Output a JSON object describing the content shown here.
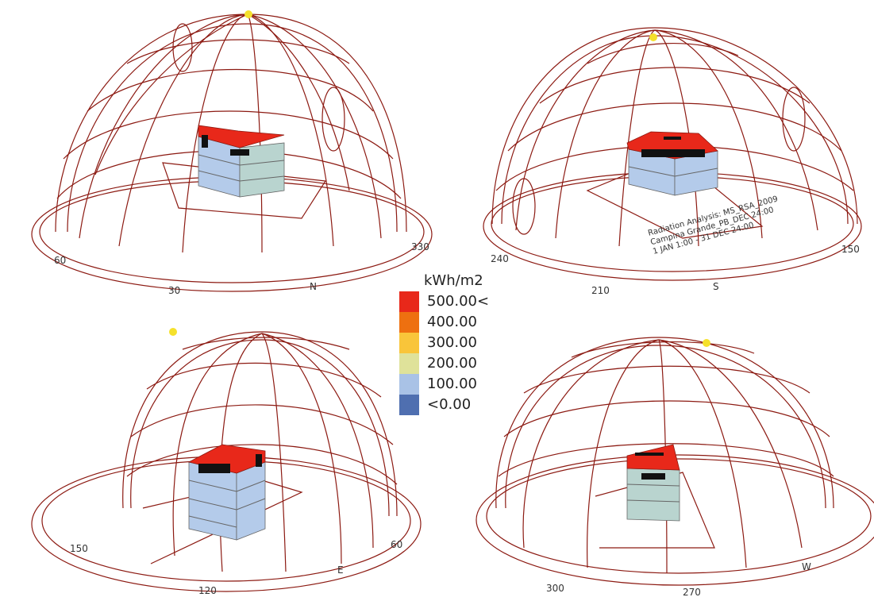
{
  "legend": {
    "unit": "kWh/m2",
    "items": [
      {
        "label": "500.00<",
        "color": "#e8281a"
      },
      {
        "label": "400.00",
        "color": "#ee7010"
      },
      {
        "label": "300.00",
        "color": "#f9c53a"
      },
      {
        "label": "200.00",
        "color": "#dfe29a"
      },
      {
        "label": "100.00",
        "color": "#a9c2e6"
      },
      {
        "label": "<0.00",
        "color": "#4f6fb0"
      }
    ]
  },
  "colors": {
    "dome_line": "#8c1a12",
    "sun": "#f5e12c",
    "wall": "#b4cbea",
    "wall_dark": "#b9d4cf",
    "roof": "#e8281a",
    "window": "#111111"
  },
  "views": [
    {
      "id": "north",
      "compass_labels": [
        "60",
        "30",
        "N",
        "330"
      ],
      "study_text": []
    },
    {
      "id": "south",
      "compass_labels": [
        "240",
        "210",
        "S",
        "150"
      ],
      "study_text": [
        "Radiation Analysis: MS_RSA_2009",
        "Campina Grande_PB_DEC 24:00",
        "1 JAN 1:00 - 31 DEC 24:00"
      ]
    },
    {
      "id": "east",
      "compass_labels": [
        "150",
        "120",
        "E",
        "60"
      ],
      "study_text": []
    },
    {
      "id": "west",
      "compass_labels": [
        "300",
        "270",
        "W"
      ],
      "study_text": []
    }
  ]
}
